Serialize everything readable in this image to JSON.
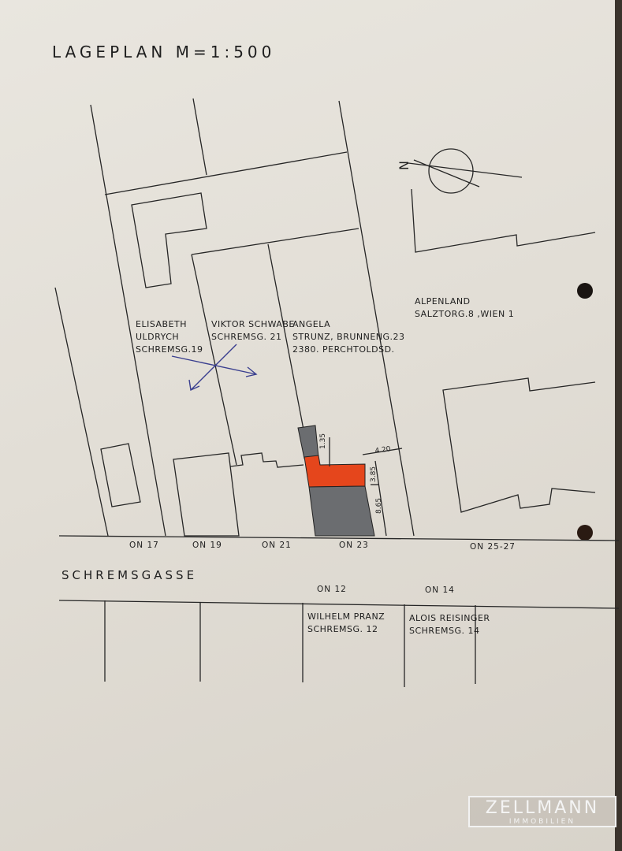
{
  "title": "LAGEPLAN M=1:500",
  "north_label": "N",
  "owners": {
    "uldrych": [
      "ELISABETH",
      "ULDRYCH",
      "SCHREMSG.19"
    ],
    "schwabe": [
      "VIKTOR SCHWABE",
      "SCHREMSG. 21"
    ],
    "strunz": [
      "ANGELA",
      "STRUNZ, BRUNNENG.23",
      "2380. PERCHTOLDSD."
    ],
    "alpenland": [
      "ALPENLAND",
      "SALZTORG.8 ,WIEN 1"
    ],
    "pranz": [
      "WILHELM PRANZ",
      "SCHREMSG. 12"
    ],
    "reisinger": [
      "ALOIS REISINGER",
      "SCHREMSG. 14"
    ]
  },
  "house_numbers": {
    "on17": "ON 17",
    "on19": "ON 19",
    "on21": "ON 21",
    "on23": "ON 23",
    "on25": "ON 25-27",
    "on12": "ON 12",
    "on14": "ON 14"
  },
  "street": "SCHREMSGASSE",
  "dimensions": {
    "d1": "1.35",
    "d2": "4.20",
    "d3": "3.85",
    "d4": "8.65"
  },
  "colors": {
    "highlight": "#e5461c",
    "existing": "#6b6d70",
    "ink": "#262626",
    "pen": "#3a3f8f"
  },
  "logo": {
    "name": "ZELLMANN",
    "sub": "IMMOBILIEN"
  }
}
